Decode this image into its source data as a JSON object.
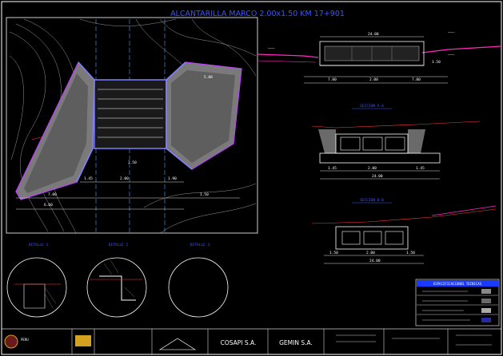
{
  "sheet": {
    "title": "ALCANTARILLA MARCO 2.00x1.50 KM 17+901",
    "background": "#000000",
    "title_color": "#3a55ff"
  },
  "plan": {
    "labels": [
      "7.00",
      "2.00",
      "1.45",
      "1.90",
      "1.50",
      "6.60",
      "5.00",
      "2.50"
    ],
    "colors": {
      "frame": "#ffffff",
      "outline": "#c040ff",
      "wall": "#8080ff",
      "axis": "#4aa8ff",
      "centerline": "#ff3a3a"
    }
  },
  "elevation": {
    "dims": [
      "24.00",
      "7.00",
      "2.00",
      "7.00",
      "1.50"
    ],
    "colors": {
      "ground": "#ff2bbf",
      "structure": "#ffffff",
      "dims": "#e0e0e0"
    }
  },
  "section_a": {
    "label": "SECCION A-A",
    "dims": [
      "24.00",
      "1.45",
      "2.00",
      "1.45"
    ]
  },
  "section_b": {
    "label": "SECCION B-B",
    "dims": [
      "24.00",
      "1.50",
      "2.00",
      "1.50"
    ]
  },
  "details": [
    {
      "label": "DETALLE 1"
    },
    {
      "label": "DETALLE 2"
    },
    {
      "label": "DETALLE 3"
    }
  ],
  "legend": {
    "title": "ESPECIFICACIONES TECNICAS",
    "title_bg": "#1a3bff",
    "rows": [
      "",
      "",
      "",
      ""
    ]
  },
  "title_block": {
    "company_left": "PERU",
    "company_1": "COSAPI S.A.",
    "company_2": "GEMIN S.A.",
    "logo_color": "#d4a020"
  }
}
